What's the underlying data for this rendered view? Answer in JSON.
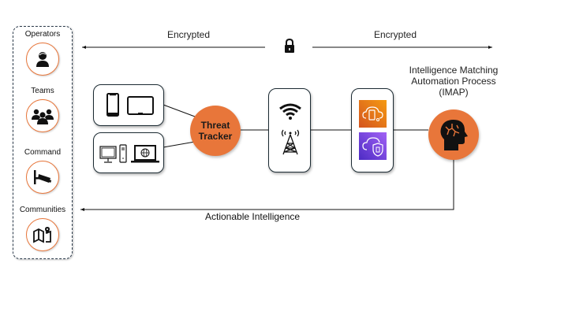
{
  "sidebar": {
    "items": [
      {
        "label": "Operators",
        "icon": "operator-icon"
      },
      {
        "label": "Teams",
        "icon": "team-icon"
      },
      {
        "label": "Command",
        "icon": "surveillance-camera-icon"
      },
      {
        "label": "Communities",
        "icon": "map-pin-icon"
      }
    ]
  },
  "top_flow": {
    "left_label": "Encrypted",
    "right_label": "Encrypted",
    "center_icon": "lock-icon"
  },
  "devices": {
    "mobile_box_icons": [
      "smartphone-icon",
      "tablet-icon"
    ],
    "desktop_box_icons": [
      "desktop-monitor-icon",
      "pc-tower-icon",
      "laptop-globe-icon"
    ]
  },
  "threat_tracker": {
    "line1": "Threat",
    "line2": "Tracker"
  },
  "network_box": {
    "icons": [
      "wifi-icon",
      "cell-tower-icon"
    ]
  },
  "cloud_box": {
    "icons": [
      "cloud-device-icon",
      "cloud-shield-icon"
    ]
  },
  "imap": {
    "line1": "Intelligence Matching",
    "line2": "Automation Process",
    "line3": "(IMAP)",
    "icon": "brain-head-icon"
  },
  "return_flow": {
    "label": "Actionable Intelligence"
  },
  "colors": {
    "accent": "#e8763a",
    "cloud_orange": "#e8702a",
    "cloud_purple": "#7b4fd8",
    "line": "#111111"
  }
}
